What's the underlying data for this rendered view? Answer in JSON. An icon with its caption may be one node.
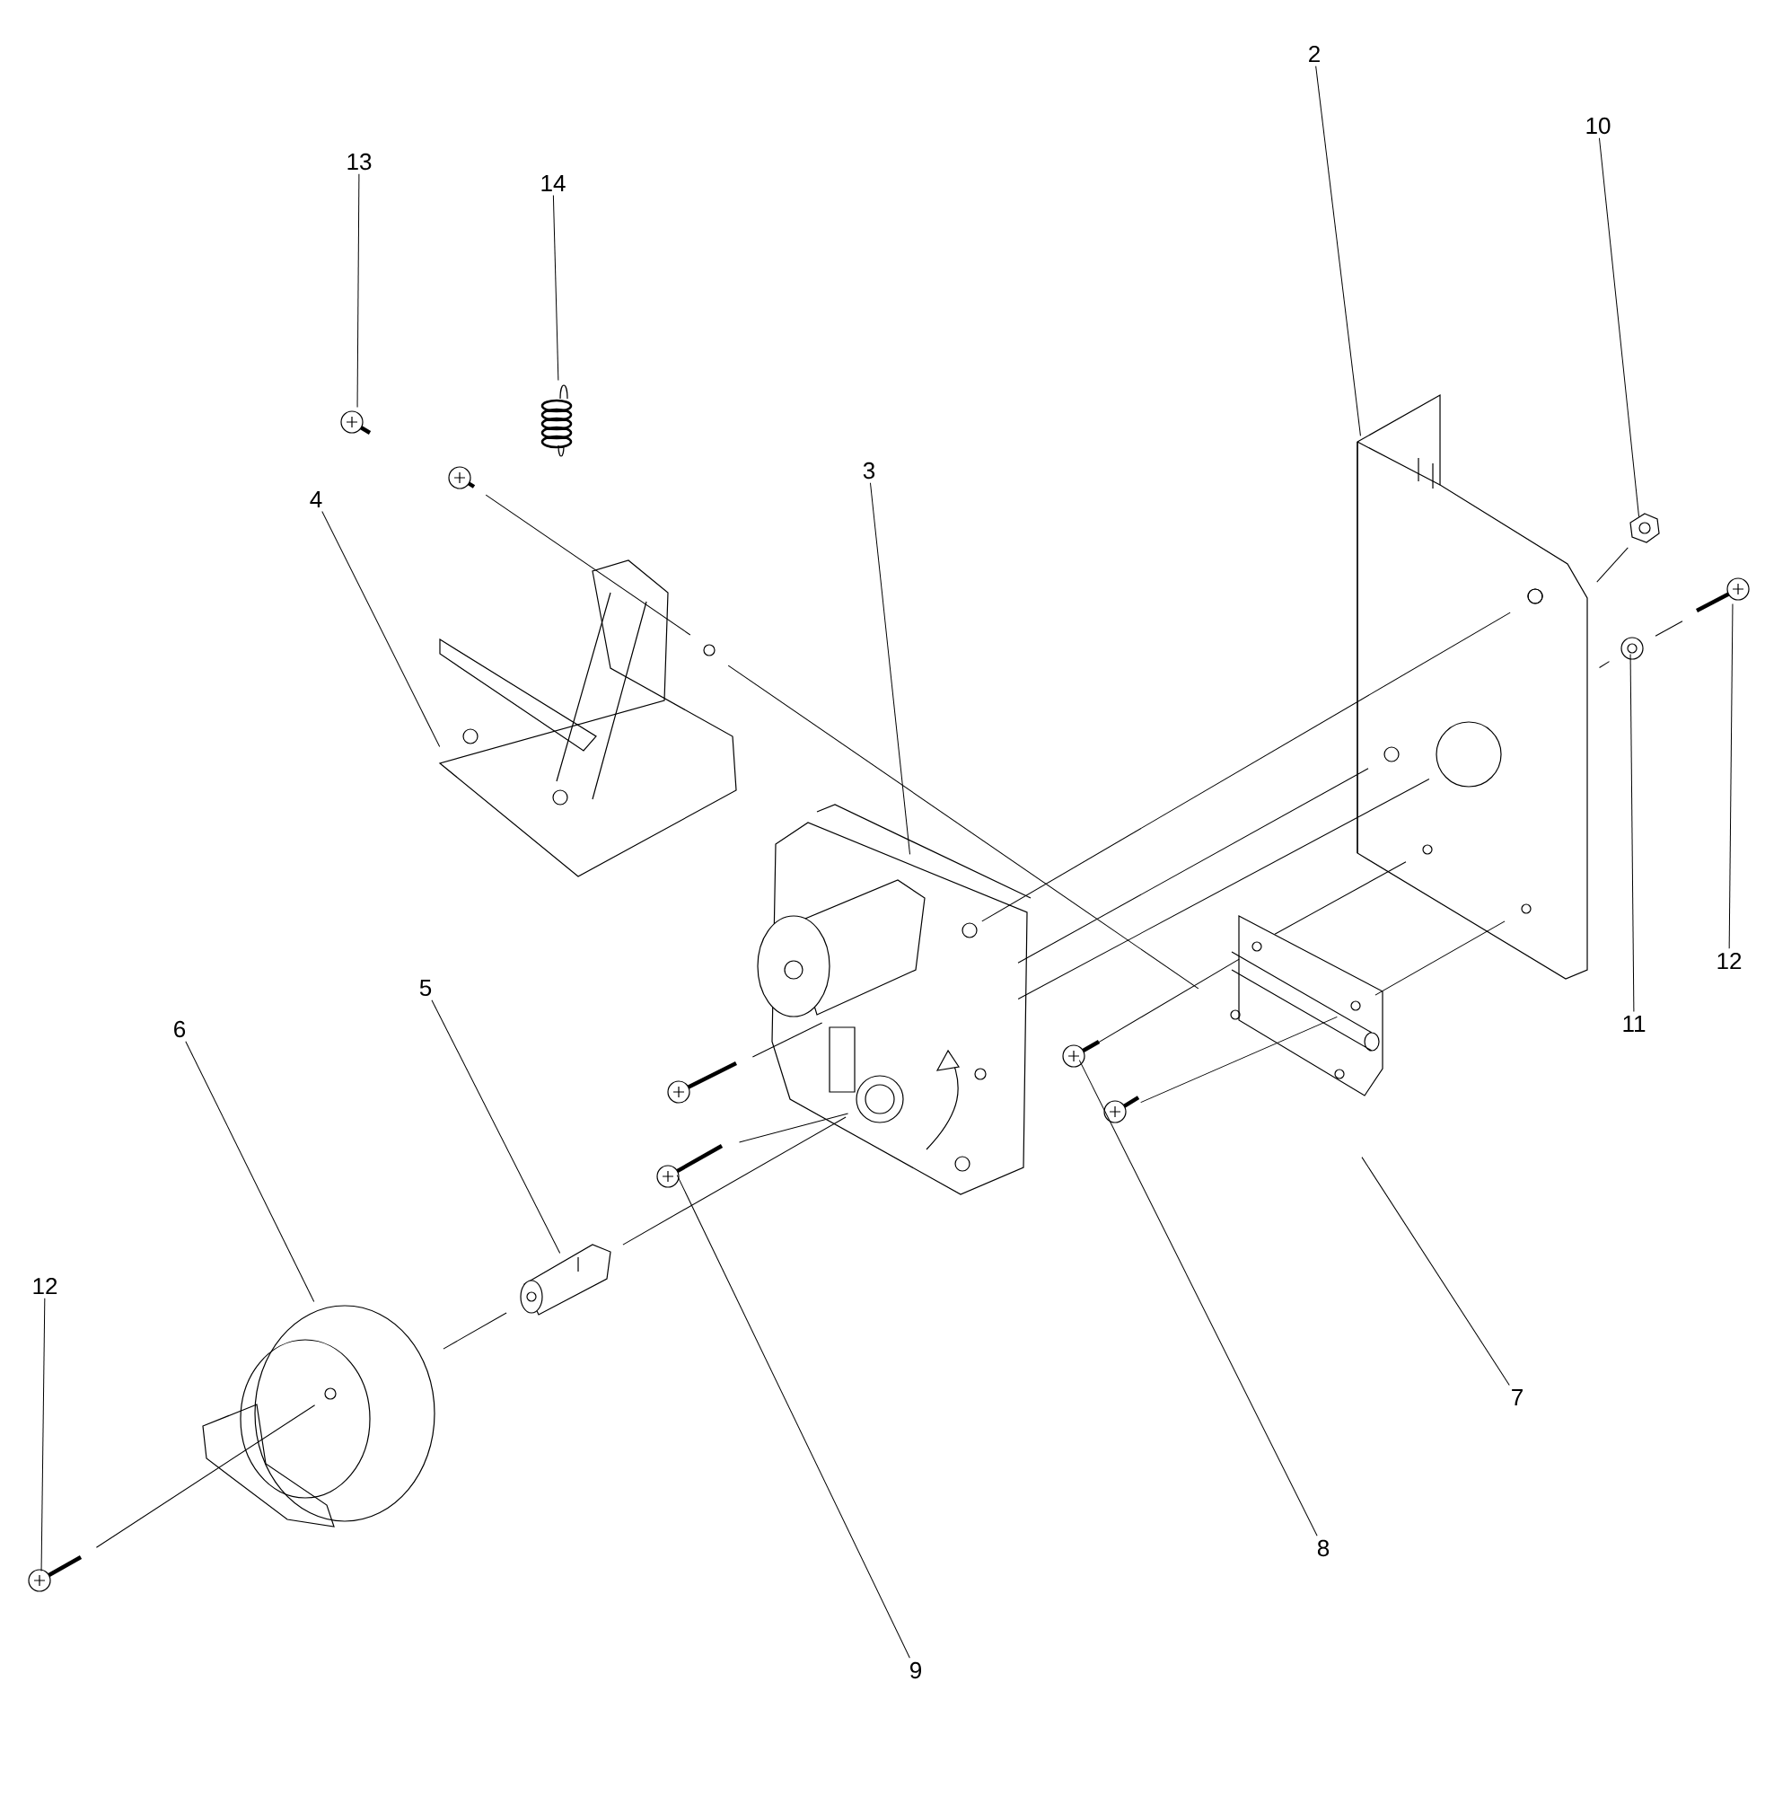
{
  "diagram": {
    "nodes": [
      {
        "text": [
          "2"
        ]
      },
      {
        "text": [
          "10"
        ]
      },
      {
        "text": [
          "13"
        ]
      },
      {
        "text": [
          "14"
        ]
      },
      {
        "text": [
          "3"
        ]
      },
      {
        "text": [
          "4"
        ]
      },
      {
        "text": [
          "12"
        ]
      },
      {
        "text": [
          "11"
        ]
      },
      {
        "text": [
          "5"
        ]
      },
      {
        "text": [
          "6"
        ]
      },
      {
        "text": [
          "12"
        ]
      },
      {
        "text": [
          "7"
        ]
      },
      {
        "text": [
          "8"
        ]
      },
      {
        "text": [
          "9"
        ]
      },
      {
        "text": [],
        "shape": "picture"
      },
      {
        "text": [],
        "shape": "picture"
      },
      {
        "text": [],
        "shape": "picture"
      },
      {
        "text": [],
        "shape": "picture"
      },
      {
        "text": [],
        "shape": "picture"
      },
      {
        "text": [],
        "shape": "picture"
      },
      {
        "text": [],
        "shape": "picture"
      },
      {
        "text": [],
        "shape": "picture"
      },
      {
        "text": [],
        "shape": "picture"
      },
      {
        "text": [],
        "shape": "picture"
      },
      {
        "text": [],
        "shape": "picture"
      },
      {
        "text": [],
        "shape": "picture"
      },
      {
        "text": [],
        "shape": "picture"
      },
      {
        "text": [],
        "shape": "picture"
      }
    ],
    "edges": [
      {
        "from": 0,
        "to": 23,
        "arrow": "none"
      },
      {
        "from": 1,
        "to": 26,
        "arrow": "none"
      },
      {
        "from": 2,
        "to": 16,
        "arrow": "none"
      },
      {
        "from": 3,
        "to": 18,
        "arrow": "none"
      },
      {
        "from": 4,
        "to": 21,
        "arrow": "none"
      },
      {
        "from": 5,
        "to": 17,
        "arrow": "none"
      },
      {
        "from": 6,
        "to": 27,
        "arrow": "none"
      },
      {
        "from": 7,
        "to": 25,
        "arrow": "none"
      },
      {
        "from": 8,
        "to": 19,
        "arrow": "none"
      },
      {
        "from": 9,
        "to": 15,
        "arrow": "none"
      },
      {
        "from": 10,
        "to": 14,
        "arrow": "none"
      },
      {
        "from": 11,
        "to": 24,
        "arrow": "none"
      },
      {
        "from": 12,
        "to": 22,
        "arrow": "none"
      },
      {
        "from": 13,
        "to": 20,
        "arrow": "none"
      },
      {
        "from": 23,
        "to": 26,
        "arrow": "none"
      },
      {
        "from": 23,
        "to": 25,
        "arrow": "none"
      },
      {
        "from": 25,
        "to": 27,
        "arrow": "none"
      },
      {
        "from": 23,
        "to": 21,
        "arrow": "none"
      },
      {
        "from": 23,
        "to": 21,
        "arrow": "none"
      },
      {
        "from": 23,
        "to": 21,
        "arrow": "none"
      },
      {
        "from": 24,
        "to": 23,
        "arrow": "none"
      },
      {
        "from": 24,
        "to": 23,
        "arrow": "none"
      },
      {
        "from": 16,
        "to": 17,
        "arrow": "none"
      },
      {
        "from": 20,
        "to": 21,
        "arrow": "none"
      },
      {
        "from": 20,
        "to": 21,
        "arrow": "none"
      },
      {
        "from": 19,
        "to": 21,
        "arrow": "none"
      },
      {
        "from": 15,
        "to": 19,
        "arrow": "none"
      },
      {
        "from": 14,
        "to": 15,
        "arrow": "none"
      },
      {
        "from": 22,
        "to": 24,
        "arrow": "none"
      },
      {
        "from": 22,
        "to": 24,
        "arrow": "none"
      },
      {
        "from": 17,
        "to": 24,
        "arrow": "none"
      }
    ]
  }
}
